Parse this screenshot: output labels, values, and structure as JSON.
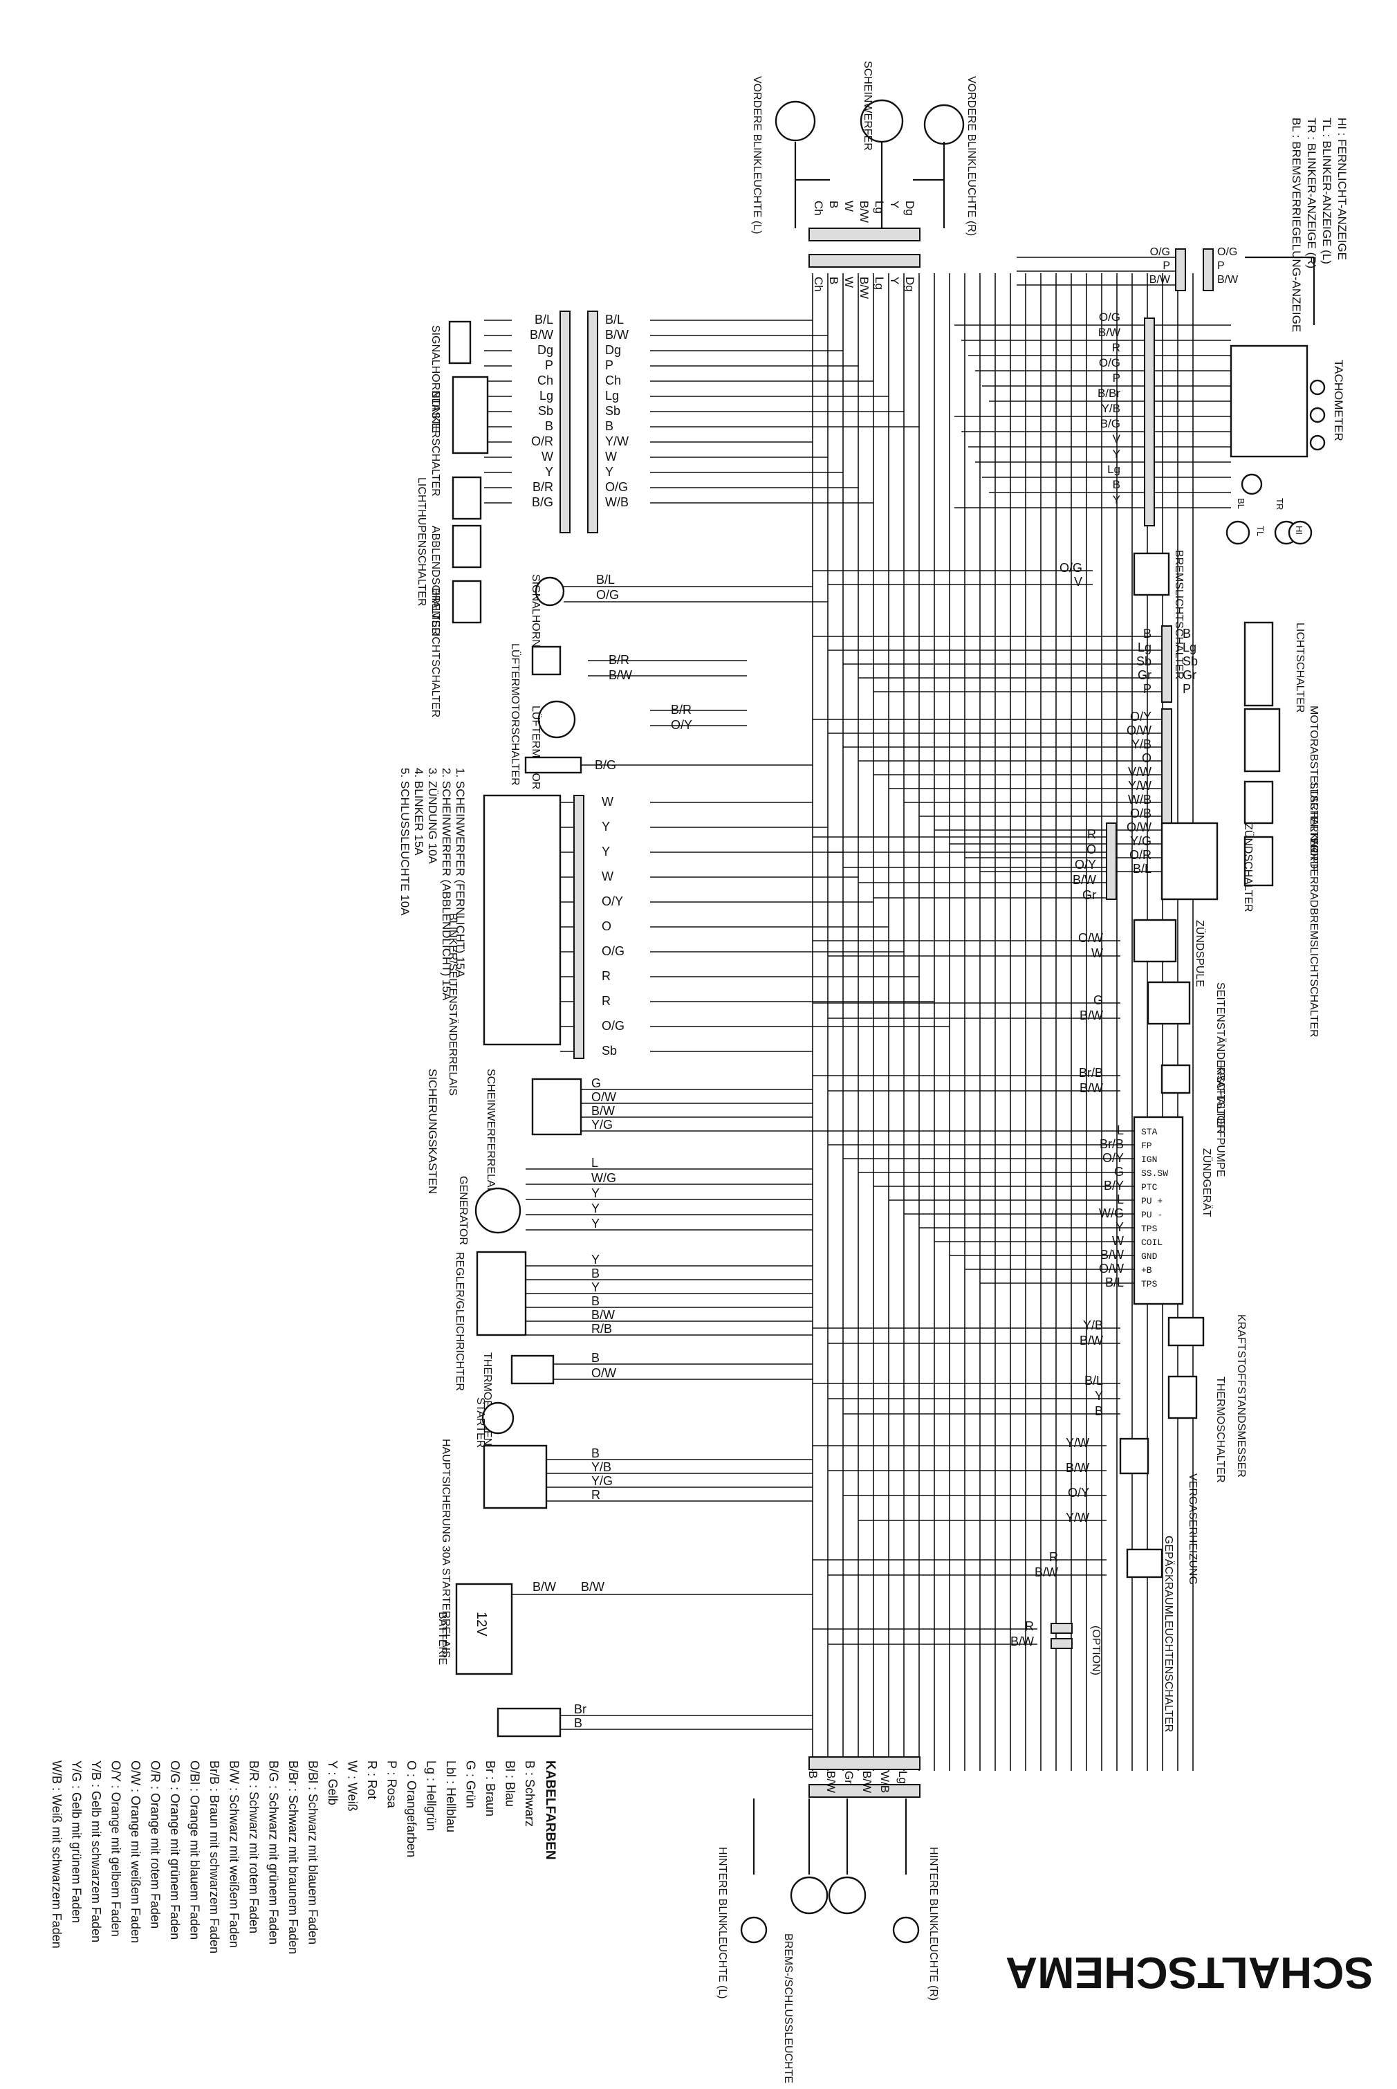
{
  "title": "SCHALTSCHEMA",
  "kabelfarben": {
    "heading": "KABELFARBEN",
    "entries": [
      "B : Schwarz",
      "Bl : Blau",
      "Br : Braun",
      "G : Grün",
      "Lbl : Hellblau",
      "Lg : Hellgrün",
      "O : Orangefarben",
      "P : Rosa",
      "R : Rot",
      "W : Weiß",
      "Y : Gelb",
      "B/Bl : Schwarz mit blauem Faden",
      "B/Br : Schwarz mit braunem Faden",
      "B/G : Schwarz mit grünem Faden",
      "B/R : Schwarz mit rotem Faden",
      "B/W : Schwarz mit weißem Faden",
      "Br/B : Braun mit schwarzem Faden",
      "O/Bl : Orange mit blauem Faden",
      "O/G : Orange mit grünem Faden",
      "O/R : Orange mit rotem Faden",
      "O/W : Orange mit weißem Faden",
      "O/Y : Orange mit gelbem Faden",
      "Y/B : Gelb mit schwarzem Faden",
      "Y/G : Gelb mit grünem Faden",
      "W/B : Weiß mit schwarzem Faden"
    ]
  },
  "indicator_legend": [
    "HI : FERNLICHT-ANZEIGE",
    "TL : BLINKER-ANZEIGE (L)",
    "TR : BLINKER-ANZEIGE (R)",
    "BL : BREMSVERRIEGELUNG-ANZEIGE"
  ],
  "fuses": {
    "heading": "SICHERUNGSKASTEN",
    "items": [
      "1. SCHEINWERFER (FERNLICHT) 15A",
      "2. SCHEINWERFER (ABBLENDLICHT) 15A",
      "3. ZÜNDUNG 10A",
      "4. BLINKER 15A",
      "5. SCHLUSSLEUCHTE 10A"
    ]
  },
  "components": {
    "scheinwerfer": "SCHEINWERFER",
    "blink_vl": "VORDERE BLINKLEUCHTE (L)",
    "blink_vr": "VORDERE BLINKLEUCHTE (R)",
    "tachometer": "TACHOMETER",
    "signalhorn_taste": "SIGNALHORNTASTE",
    "blinkerschalter": "BLINKERSCHALTER",
    "lichthupe": "LICHTHUPENSCHALTER",
    "abblend": "ABBLENDSCHALTER",
    "bremslicht_schalter": "BREMSLICHTSCHALTER",
    "signalhorn": "SIGNALHORN",
    "luefter_schalter": "LÜFTERMOTORSCHALTER",
    "luefter_motor": "LÜFTERMOTOR",
    "bremslicht_hinten": "BREMSLICHTSCHALTER",
    "lichtschalter": "LICHTSCHALTER",
    "motor_abstell": "MOTORABSTELLSCHALTER",
    "starterknopf": "STARTERKNOPF",
    "vorderrad_bremslicht": "VORDERRADBREMSLICHTSCHALTER",
    "zuendschalter": "ZÜNDSCHALTER",
    "zuendspule": "ZÜNDSPULE",
    "seitenstaender": "SEITENSTÄNDERSCHALTER",
    "kraftstoffpumpe": "KRAFTSTOFFPUMPE",
    "blinker_relais": "BLINKER/SEITENSTÄNDERRELAIS",
    "scheinwerfer_relais": "SCHEINWERFERRELAIS",
    "generator": "GENERATOR",
    "zuendgeraet": "ZÜNDGERÄT",
    "regler": "REGLER/GLEICHRICHTER",
    "kraftstoffstand": "KRAFTSTOFFSTANDSMESSER",
    "thermoelement": "THERMOELEMENT",
    "thermoschalter": "THERMOSCHALTER",
    "starter": "STARTER",
    "starterrelais": "HAUPTSICHERUNG 30A STARTERRELAIS",
    "vergaser": "VERGASERHEIZUNG",
    "gepaeck": "GEPÄCKRAUMLEUCHTENSCHALTER",
    "option": "(OPTION)",
    "batterie": "BATTERIE",
    "batt_v": "12V",
    "blink_hl": "HINTERE BLINKLEUCHTE (L)",
    "blink_hr": "HINTERE BLINKLEUCHTE (R)",
    "brems_schluss": "BREMS-/SCHLUSSLEUCHTE"
  },
  "ignition_pins": [
    "STA",
    "FP",
    "IGN",
    "SS.SW",
    "PTC",
    "PU +",
    "PU -",
    "TPS",
    "COIL",
    "GND",
    "+B",
    "TPS"
  ],
  "ignition_wires": [
    "L",
    "Br/B",
    "O/Y",
    "G",
    "B/Y",
    "L",
    "W/G",
    "Y",
    "W",
    "B/W",
    "O/W",
    "B/L"
  ],
  "wires": {
    "headlight": [
      "Ch",
      "B",
      "W",
      "B/W",
      "Lg",
      "Y",
      "Dg"
    ],
    "tail": [
      "Lg",
      "W/B",
      "B/W",
      "Gr",
      "B/W",
      "B"
    ],
    "left_switch": [
      "B/L",
      "B/W",
      "Dg",
      "P",
      "Ch",
      "Lg",
      "Sb",
      "B",
      "Y/W",
      "W",
      "Y",
      "O/G",
      "W/B"
    ],
    "left_switch_in": [
      "B/L",
      "B/W",
      "Dg",
      "P",
      "Ch",
      "Lg",
      "Sb",
      "B",
      "O/R",
      "W",
      "Y",
      "B/R",
      "B/G"
    ],
    "horn": [
      "B/L",
      "O/G"
    ],
    "fan": [
      "B/R",
      "B/W",
      "B/R",
      "O/Y"
    ],
    "thermo_elem": [
      "B/G"
    ],
    "fuse_box": [
      "W",
      "Y",
      "Y",
      "W",
      "O/Y",
      "O",
      "O/G",
      "R",
      "R",
      "O/G",
      "Sb"
    ],
    "head_relay": [
      "G",
      "O/W",
      "B/W",
      "Y/G"
    ],
    "generator": [
      "L",
      "W/G",
      "Y",
      "Y",
      "Y"
    ],
    "regulator": [
      "Y",
      "B",
      "Y",
      "B",
      "B/W",
      "R/B"
    ],
    "thermo_element": [
      "B",
      "O/W"
    ],
    "starter_relay": [
      "B",
      "Y/B",
      "Y/G",
      "R"
    ],
    "battery": [
      "B/W"
    ],
    "bottom": [
      "Br",
      "B"
    ],
    "tacho": [
      "O/G",
      "B/W",
      "R",
      "O/G",
      "P",
      "B/Br",
      "Y/B",
      "B/G",
      "V",
      "Y",
      "Lg",
      "B",
      "Y"
    ],
    "top_right": [
      "O/G",
      "P",
      "B/W"
    ],
    "brake_rear": [
      "O/G",
      "V"
    ],
    "light_switch": [
      "B",
      "Lg",
      "Sb",
      "Gr",
      "P"
    ],
    "kill_switch": [
      "O/Y",
      "O/W",
      "Y/B",
      "O",
      "V/W",
      "Y/W",
      "W/B",
      "O/B",
      "O/W",
      "Y/G",
      "O/R",
      "B/L"
    ],
    "ign_switch": [
      "R",
      "O",
      "O/Y",
      "B/W",
      "Gr"
    ],
    "coil": [
      "O/W",
      "W"
    ],
    "side_stand": [
      "G",
      "B/W"
    ],
    "fuel_pump": [
      "Br/B",
      "B/W"
    ],
    "fuel_gauge": [
      "Y/B",
      "B/W"
    ],
    "thermo_switch": [
      "B/L",
      "Y",
      "B"
    ],
    "carb_heater": [
      "Y/W",
      "B/W",
      "O/Y",
      "Y/W"
    ],
    "luggage": [
      "R",
      "B/W"
    ],
    "option": [
      "R",
      "B/W"
    ]
  }
}
